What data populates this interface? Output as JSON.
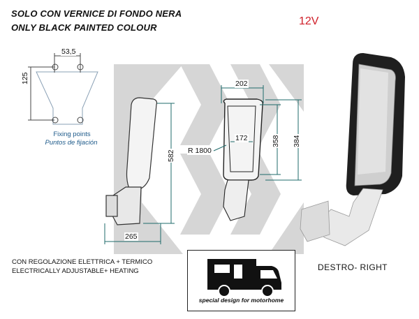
{
  "header": {
    "title_it": "SOLO CON VERNICE DI FONDO NERA",
    "title_en": "ONLY BLACK PAINTED COLOUR",
    "voltage": "12V"
  },
  "fixing_diagram": {
    "dim_width": "53,5",
    "dim_height": "125",
    "label_en": "Fixing points",
    "label_es": "Puntos de fijación"
  },
  "side_view": {
    "dim_height": "582",
    "dim_depth": "265"
  },
  "front_view": {
    "dim_width": "202",
    "dim_inner": "172",
    "dim_radius": "R 1800",
    "dim_height_inner": "358",
    "dim_height_outer": "384"
  },
  "notes": {
    "line1": "CON REGOLAZIONE ELETTRICA + TERMICO",
    "line2": "ELECTRICALLY ADJUSTABLE+ HEATING"
  },
  "badge": {
    "caption": "special design for motorhome"
  },
  "product": {
    "side_label": "DESTRO- RIGHT"
  }
}
